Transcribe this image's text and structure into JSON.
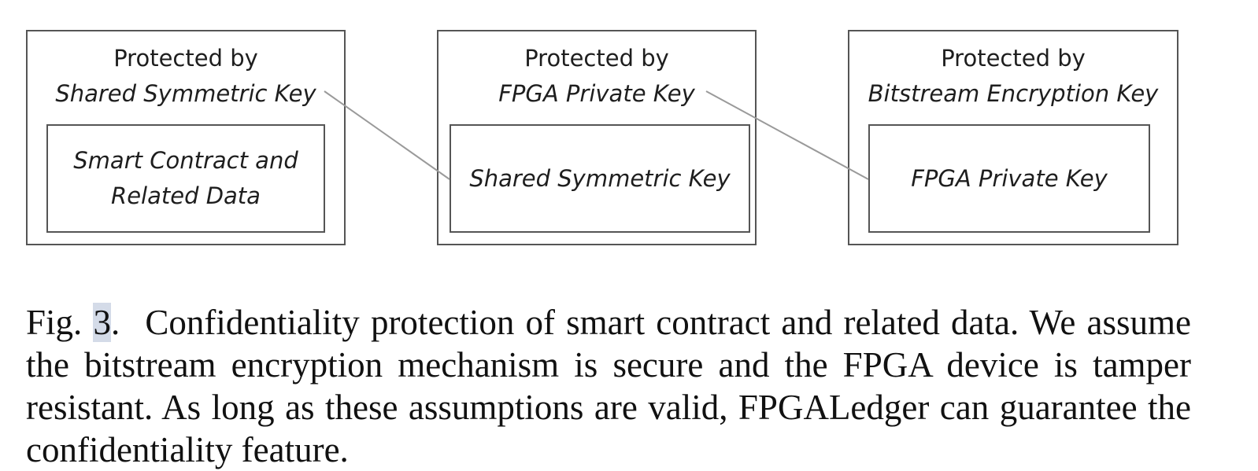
{
  "diagram": {
    "boxes": [
      {
        "title_line1": "Protected by",
        "title_line2": "Shared Symmetric Key",
        "inner_text": "Smart Contract and\nRelated Data"
      },
      {
        "title_line1": "Protected by",
        "title_line2": "FPGA Private Key",
        "inner_text": "Shared Symmetric Key"
      },
      {
        "title_line1": "Protected by",
        "title_line2": "Bitstream Encryption Key",
        "inner_text": "FPGA Private Key"
      }
    ],
    "colors": {
      "border": "#555555",
      "connector": "#9a9a9a",
      "text": "#1e1e1e",
      "highlight": "#d4dbe8"
    }
  },
  "caption": {
    "prefix": "Fig.",
    "number": "3",
    "suffix": ".",
    "text": "Confidentiality protection of smart contract and related data. We assume the bitstream encryption mechanism is secure and the FPGA device is tamper resistant. As long as these assumptions are valid, FPGALedger can guarantee the confidentiality feature."
  }
}
